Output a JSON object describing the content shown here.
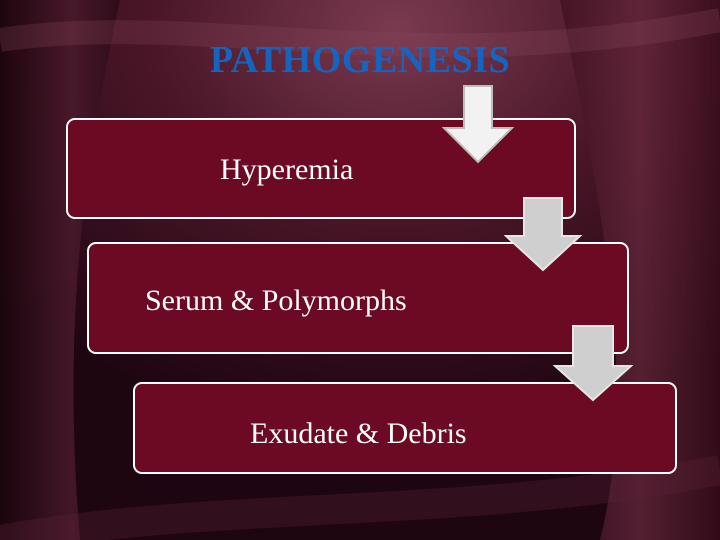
{
  "slide": {
    "title": "PATHOGENESIS",
    "steps": [
      {
        "label": "Hyperemia"
      },
      {
        "label": "Serum & Polymorphs"
      },
      {
        "label": "Exudate & Debris"
      }
    ]
  },
  "colors": {
    "background": "#2a0a16",
    "box_fill": "#6b0a22",
    "box_border": "#ffffff",
    "title": "#1565c0",
    "arrow_primary": "#f2f2f2",
    "arrow_secondary": "#cfcfcf"
  },
  "icons": [
    "down-arrow-icon",
    "down-arrow-icon",
    "down-arrow-icon"
  ]
}
